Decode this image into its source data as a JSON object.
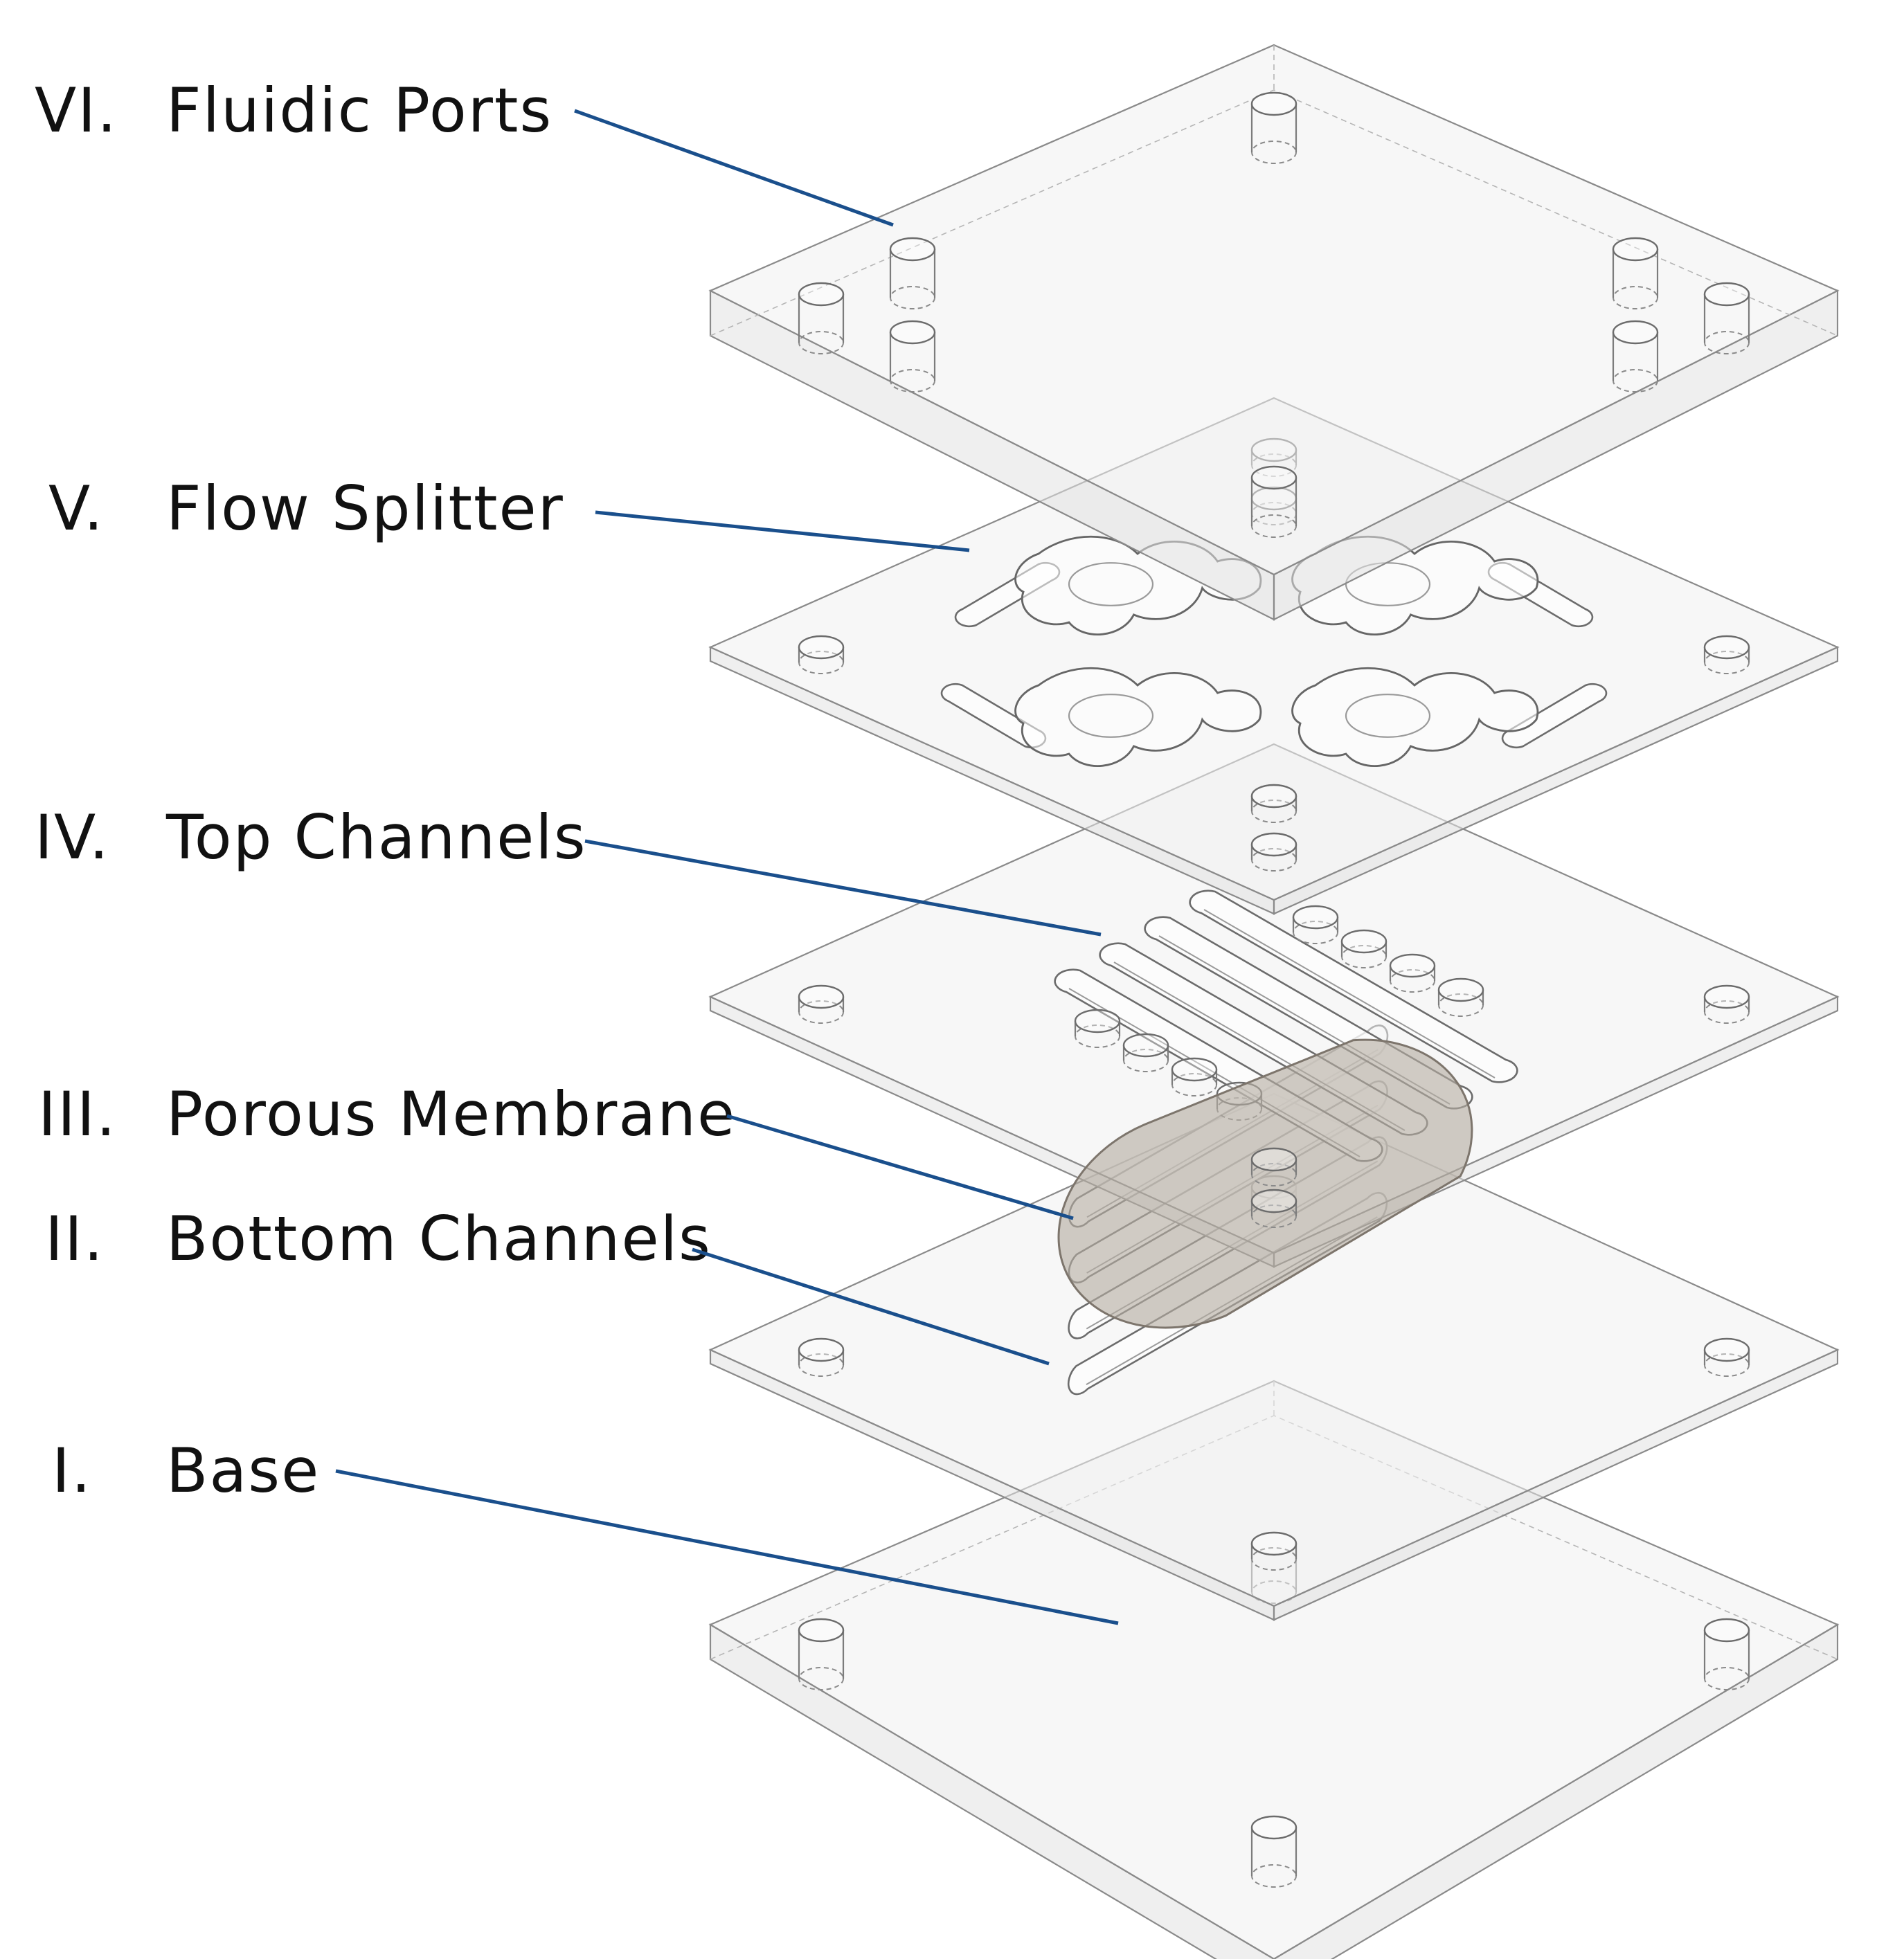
{
  "layers": [
    {
      "numeral": "VI.",
      "name": "Fluidic Ports"
    },
    {
      "numeral": "V.",
      "name": "Flow Splitter"
    },
    {
      "numeral": "IV.",
      "name": "Top Channels"
    },
    {
      "numeral": "III.",
      "name": "Porous Membrane"
    },
    {
      "numeral": "II.",
      "name": "Bottom Channels"
    },
    {
      "numeral": "I.",
      "name": "Base"
    }
  ],
  "colors": {
    "leader_line": "#1a4f8c",
    "plate": "#f1f1f1",
    "membrane": "#b4aca2"
  }
}
